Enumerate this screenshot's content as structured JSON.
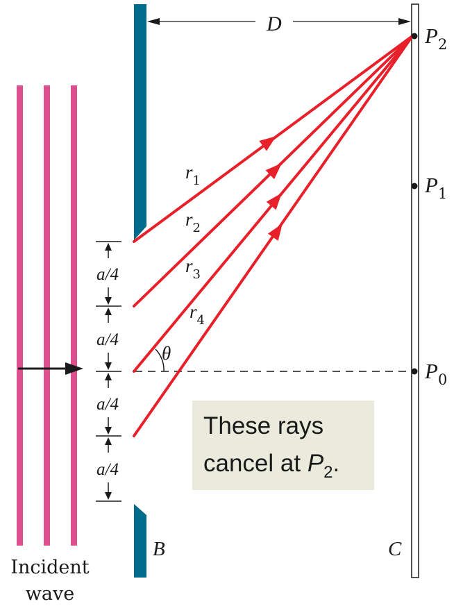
{
  "labels": {
    "distance": "D",
    "points": [
      "P",
      "P",
      "P"
    ],
    "point_subs": [
      "2",
      "1",
      "0"
    ],
    "rays": [
      "r",
      "r",
      "r",
      "r"
    ],
    "ray_subs": [
      "1",
      "2",
      "3",
      "4"
    ],
    "spacing": [
      "a/4",
      "a/4",
      "a/4",
      "a/4"
    ],
    "angle": "θ",
    "barrier": "B",
    "screen": "C",
    "incident_line1": "Incident",
    "incident_line2": "wave"
  },
  "callout": {
    "line1": "These rays",
    "line2_prefix": "cancel at ",
    "line2_var": "P",
    "line2_sub": "2",
    "line2_suffix": "."
  },
  "colors": {
    "ray": "#e8202a",
    "wave": "#de4f8e",
    "barrier": "#006c8c",
    "callout_bg": "#eaebdd",
    "ink": "#1a1a1a"
  }
}
